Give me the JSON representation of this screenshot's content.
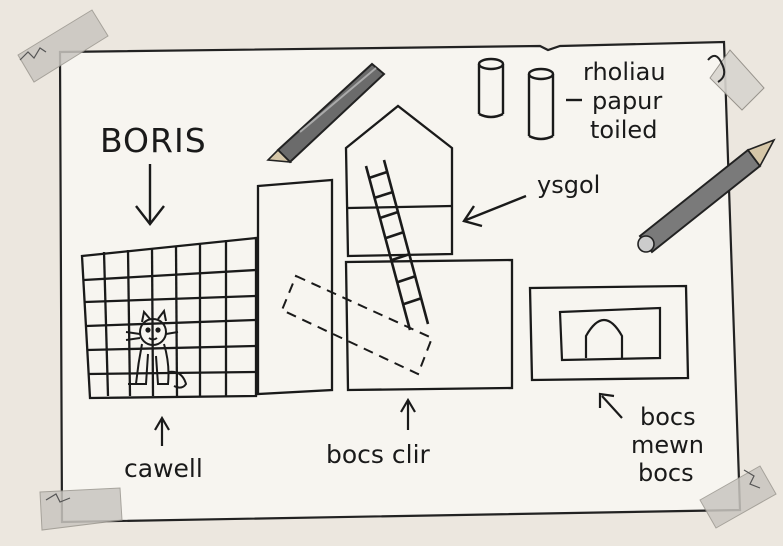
{
  "labels": {
    "boris": "BORIS",
    "cawell": "cawell",
    "bocs_clir": "bocs clir",
    "ysgol": "ysgol",
    "rholiau": "rholiau",
    "papur": "papur",
    "toiled": "toiled",
    "bocs_1": "bocs",
    "mewn": "mewn",
    "bocs_2": "bocs"
  },
  "colors": {
    "paper": "#f7f5f0",
    "background": "#ece7df",
    "ink": "#1a1a1a",
    "tape": "#c9c6c0"
  }
}
